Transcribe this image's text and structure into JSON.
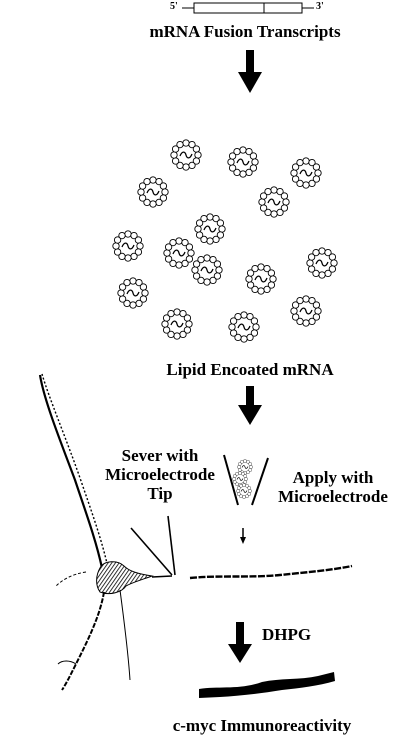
{
  "diagram": {
    "transcript": {
      "five_prime": "5'",
      "three_prime": "3'",
      "label": "mRNA Fusion Transcripts"
    },
    "vesicles_label": "Lipid Encoated mRNA",
    "sever": {
      "line1": "Sever with",
      "line2": "Microelectrode",
      "line3": "Tip"
    },
    "apply": {
      "line1": "Apply with",
      "line2": "Microelectrode"
    },
    "treatment_label": "DHPG",
    "result_label": "c-myc Immunoreactivity"
  }
}
